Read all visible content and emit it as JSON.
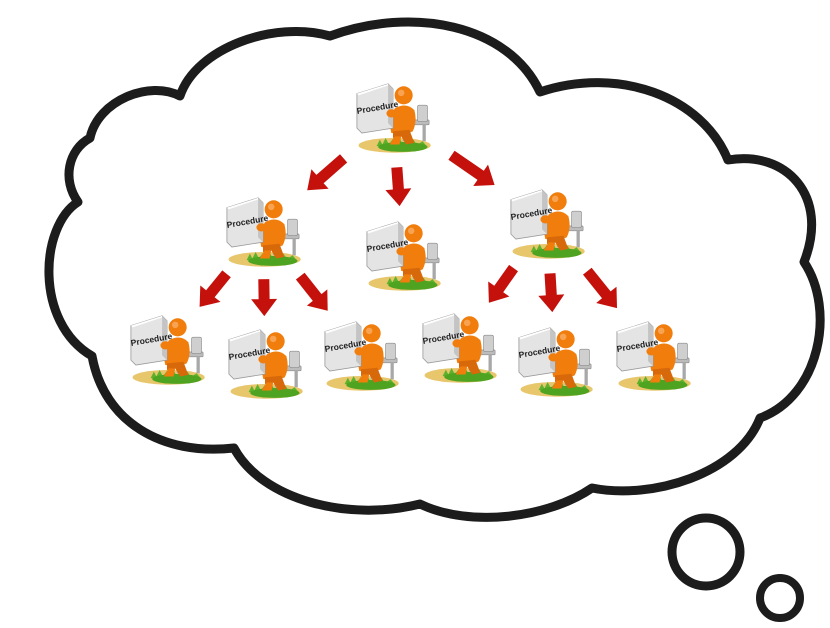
{
  "diagram": {
    "type": "thought-bubble hierarchy",
    "colors": {
      "outline": "#1c1c1c",
      "arrow": "#c4110c",
      "figure": "#f07d0c",
      "figure_shade": "#c85a05",
      "book": "#e4e4e4",
      "grass": "#5cb22a",
      "ground": "#e8c66c"
    },
    "icon": "person-reading-book-icon",
    "levels": [
      [
        {
          "book_label": "Procedure"
        }
      ],
      [
        {
          "book_label": "Procedure"
        },
        {
          "book_label": "Procedure"
        },
        {
          "book_label": "Procedure"
        }
      ],
      [
        {
          "book_label": "Procedure"
        },
        {
          "book_label": "Procedure"
        },
        {
          "book_label": "Procedure"
        },
        {
          "book_label": "Procedure"
        },
        {
          "book_label": "Procedure"
        },
        {
          "book_label": "Procedure"
        }
      ]
    ],
    "edges": [
      [
        "L0-0",
        "L1-0"
      ],
      [
        "L0-0",
        "L1-1"
      ],
      [
        "L0-0",
        "L1-2"
      ],
      [
        "L1-0",
        "L2-0"
      ],
      [
        "L1-0",
        "L2-1"
      ],
      [
        "L1-0",
        "L2-2"
      ],
      [
        "L1-2",
        "L2-3"
      ],
      [
        "L1-2",
        "L2-4"
      ],
      [
        "L1-2",
        "L2-5"
      ]
    ]
  }
}
